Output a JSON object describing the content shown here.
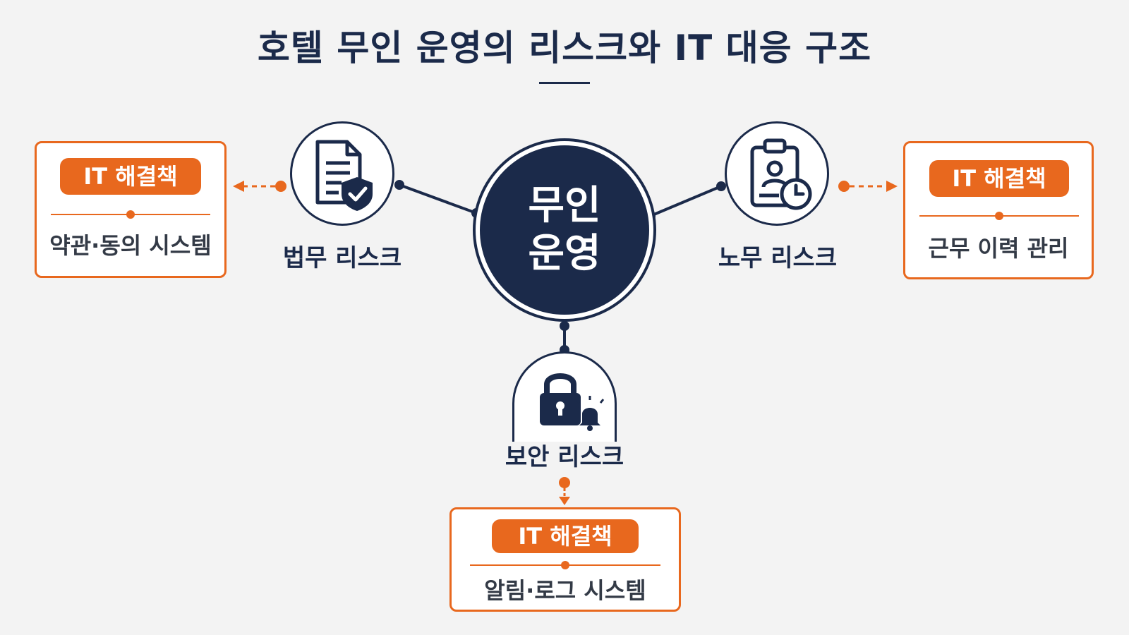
{
  "title": "호텔 무인 운영의 리스크와 IT 대응 구조",
  "hub": {
    "line1": "무인",
    "line2": "운영"
  },
  "risks": [
    {
      "label": "법무 리스크",
      "icon": "document-shield-icon",
      "solution": {
        "tag": "IT 해결책",
        "text": "약관·동의 시스템"
      }
    },
    {
      "label": "노무 리스크",
      "icon": "clipboard-clock-icon",
      "solution": {
        "tag": "IT 해결책",
        "text": "근무 이력 관리"
      }
    },
    {
      "label": "보안 리스크",
      "icon": "lock-bell-icon",
      "solution": {
        "tag": "IT 해결책",
        "text": "알림·로그 시스템"
      }
    }
  ],
  "colors": {
    "navy": "#1b2a4a",
    "orange": "#e8681e",
    "background": "#f3f3f3"
  }
}
